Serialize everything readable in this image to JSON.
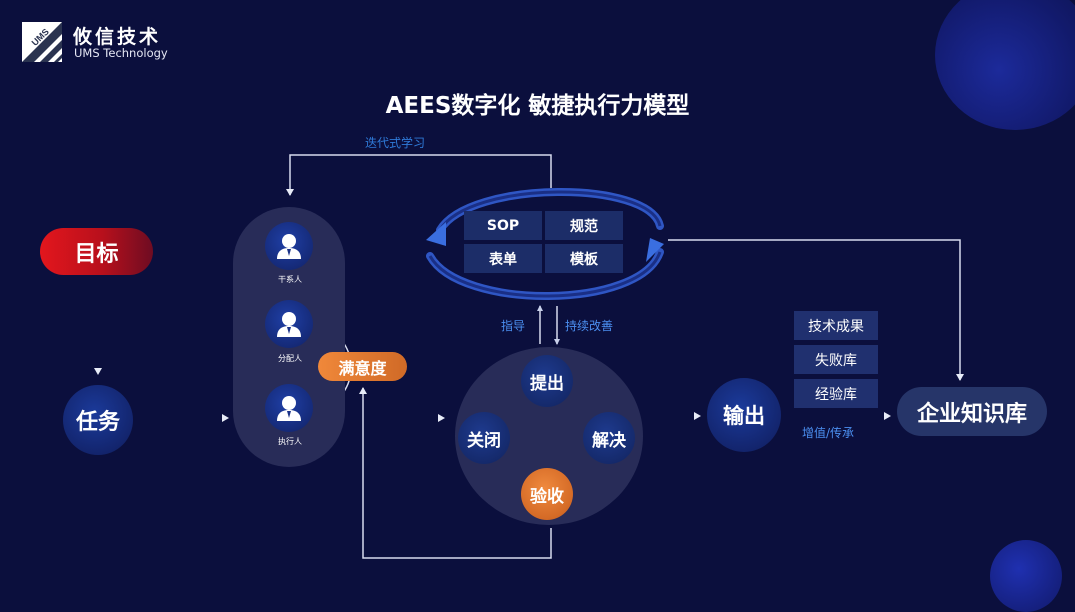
{
  "logo": {
    "mark_text": "UMS",
    "name_cn": "攸信技术",
    "name_en": "UMS Technology"
  },
  "title": "AEES数字化 敏捷执行力模型",
  "labels": {
    "iterative_learning": "迭代式学习",
    "guide": "指导",
    "continuous_improvement": "持续改善",
    "value_add": "增值/传承"
  },
  "nodes": {
    "goal": "目标",
    "task": "任务",
    "satisfaction": "满意度",
    "output": "输出",
    "knowledge_base": "企业知识库"
  },
  "people": [
    "干系人",
    "分配人",
    "执行人"
  ],
  "standards": [
    "SOP",
    "规范",
    "表单",
    "模板"
  ],
  "cycle": {
    "propose": "提出",
    "solve": "解决",
    "accept": "验收",
    "close": "关闭"
  },
  "libraries": [
    "技术成果",
    "失败库",
    "经验库"
  ],
  "colors": {
    "background": "#0b0f3d",
    "goal_red": "#e3161d",
    "accent_orange": "#e07a32",
    "label_blue": "#2f7ad8",
    "panel": "#282c58"
  }
}
